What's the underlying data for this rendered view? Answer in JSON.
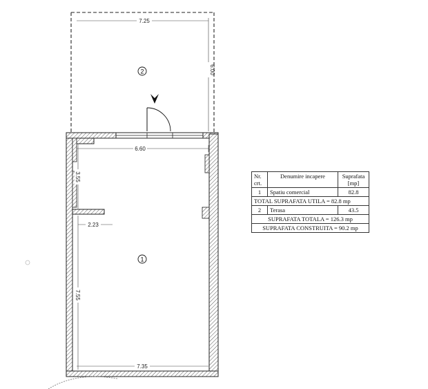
{
  "plan": {
    "rooms": [
      {
        "number": "1"
      },
      {
        "number": "2"
      }
    ],
    "dimensions": {
      "terrace_width": "7.25",
      "terrace_depth": "6.00",
      "top_width": "6.60",
      "upper_height": "3.55",
      "partition": "2.23",
      "lower_height": "7.55",
      "bottom_width": "7.35"
    }
  },
  "table": {
    "headers": {
      "nr": "Nr. crt.",
      "name": "Denumire incapere",
      "area": "Suprafata [mp]"
    },
    "rows": [
      {
        "nr": "1",
        "name": "Spatiu comercial",
        "area": "82.8"
      }
    ],
    "total_util": "TOTAL SUPRAFATA UTILA = 82.8 mp",
    "rows2": [
      {
        "nr": "2",
        "name": "Terasa",
        "area": "43.5"
      }
    ],
    "total": "SUPRAFATA TOTALA = 126.3 mp",
    "built": "SUPRAFATA CONSTRUITA = 90.2 mp"
  }
}
